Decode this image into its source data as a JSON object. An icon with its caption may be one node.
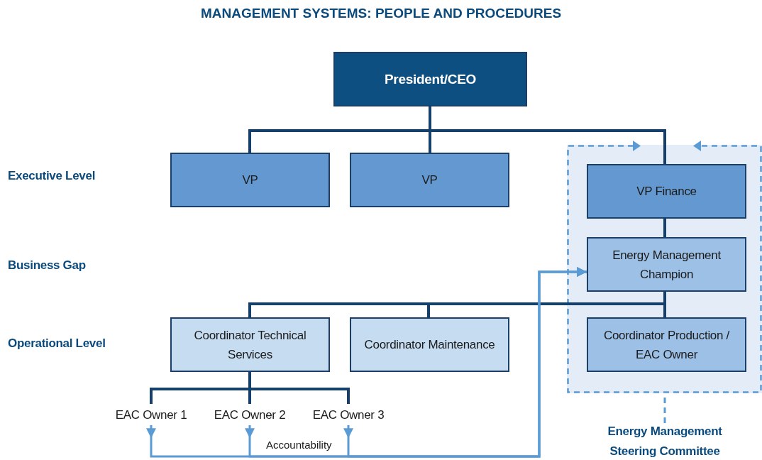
{
  "diagram": {
    "title": "MANAGEMENT SYSTEMS: PEOPLE AND PROCEDURES",
    "nodes": [
      {
        "text": [
          "President/CEO"
        ]
      },
      {
        "text": [
          "VP"
        ]
      },
      {
        "text": [
          "VP"
        ]
      },
      {
        "text": [],
        "shape": "box"
      },
      {
        "text": [
          "VP Finance"
        ],
        "in": 3
      },
      {
        "text": [
          "Energy Management Champion"
        ],
        "in": 3
      },
      {
        "text": [
          "Coordinator Production / EAC Owner"
        ],
        "in": 3
      },
      {
        "text": [
          "Coordinator Technical Services"
        ]
      },
      {
        "text": [
          "Coordinator Maintenance"
        ]
      },
      {
        "text": [
          "EAC Owner 1"
        ]
      },
      {
        "text": [
          "EAC Owner 2"
        ]
      },
      {
        "text": [
          "EAC Owner 3"
        ]
      },
      {
        "text": [
          "Energy Management Steering Committee"
        ]
      }
    ],
    "edges": [
      {
        "from": 0,
        "to": 1,
        "arrow": "none"
      },
      {
        "from": 0,
        "to": 2,
        "arrow": "none"
      },
      {
        "from": 0,
        "to": 4,
        "arrow": "none"
      },
      {
        "from": 4,
        "to": 5,
        "arrow": "none"
      },
      {
        "from": 5,
        "to": 7,
        "arrow": "none"
      },
      {
        "from": 5,
        "to": 8,
        "arrow": "none"
      },
      {
        "from": 5,
        "to": 6,
        "arrow": "none"
      },
      {
        "from": 7,
        "to": 9,
        "arrow": "none"
      },
      {
        "from": 7,
        "to": 10,
        "arrow": "none"
      },
      {
        "from": 7,
        "to": 11,
        "arrow": "none"
      },
      {
        "from": 9,
        "to": 5,
        "arrow": "to",
        "color": "#5b9bd5"
      },
      {
        "from": 10,
        "to": 5,
        "arrow": "to",
        "color": "#5b9bd5",
        "label": "Accountability"
      },
      {
        "from": 11,
        "to": 5,
        "arrow": "to",
        "color": "#5b9bd5"
      },
      {
        "from": 12,
        "to": 3,
        "arrow": "none",
        "style": "dashed",
        "color": "#5b9bd5"
      }
    ],
    "labels": [
      "Executive Level",
      "Business Gap",
      "Operational Level"
    ]
  }
}
